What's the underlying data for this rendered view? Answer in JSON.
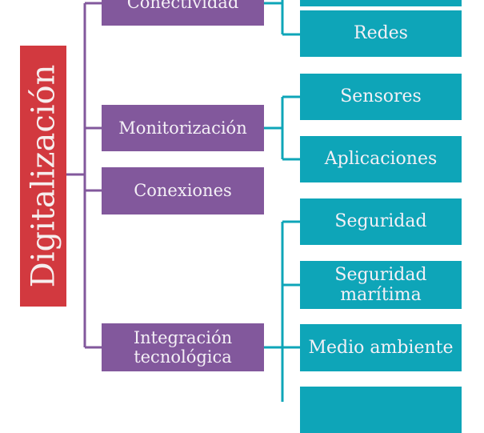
{
  "colors": {
    "root": "#d2393f",
    "level1": "#82589c",
    "level2": "#0ea5b8"
  },
  "root": {
    "label": "Digitalización"
  },
  "level1": [
    {
      "label": "Conectividad"
    },
    {
      "label": "Monitorización"
    },
    {
      "label": "Conexiones"
    },
    {
      "label": "Integración tecnológica"
    }
  ],
  "level2": [
    {
      "label": ""
    },
    {
      "label": "Redes"
    },
    {
      "label": "Sensores"
    },
    {
      "label": "Aplicaciones"
    },
    {
      "label": "Seguridad"
    },
    {
      "label": "Seguridad marítima"
    },
    {
      "label": "Medio ambiente"
    },
    {
      "label": ""
    }
  ]
}
